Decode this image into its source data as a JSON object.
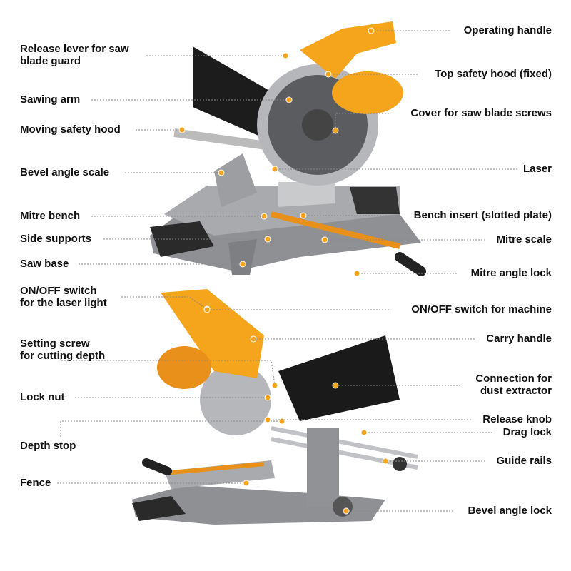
{
  "colors": {
    "accent": "#f4a51c",
    "metal": "#9a9ca0",
    "dark": "#222222",
    "bag": "#1a1a1a",
    "leader": "#888888"
  },
  "left_labels": [
    {
      "lines": [
        "Release lever for saw",
        "blade guard"
      ]
    },
    {
      "lines": [
        "Sawing arm"
      ]
    },
    {
      "lines": [
        "Moving safety hood"
      ]
    },
    {
      "lines": [
        "Bevel angle scale"
      ]
    },
    {
      "lines": [
        "Mitre bench"
      ]
    },
    {
      "lines": [
        "Side supports"
      ]
    },
    {
      "lines": [
        "Saw base"
      ]
    },
    {
      "lines": [
        "ON/OFF switch",
        "for the laser light"
      ]
    },
    {
      "lines": [
        "Setting screw",
        "for cutting depth"
      ]
    },
    {
      "lines": [
        "Lock nut"
      ]
    },
    {
      "lines": [
        "Depth stop"
      ]
    },
    {
      "lines": [
        "Fence"
      ]
    }
  ],
  "right_labels": [
    {
      "lines": [
        "Operating handle"
      ]
    },
    {
      "lines": [
        "Top safety hood (fixed)"
      ]
    },
    {
      "lines": [
        "Cover for saw blade screws"
      ]
    },
    {
      "lines": [
        "Laser"
      ]
    },
    {
      "lines": [
        "Bench insert (slotted plate)"
      ]
    },
    {
      "lines": [
        "Mitre scale"
      ]
    },
    {
      "lines": [
        "Mitre angle lock"
      ]
    },
    {
      "lines": [
        "ON/OFF switch for machine"
      ]
    },
    {
      "lines": [
        "Carry handle"
      ]
    },
    {
      "lines": [
        "Connection for",
        "dust extractor"
      ]
    },
    {
      "lines": [
        "Release knob"
      ]
    },
    {
      "lines": [
        "Drag lock"
      ]
    },
    {
      "lines": [
        "Guide rails"
      ]
    },
    {
      "lines": [
        "Bevel angle lock"
      ]
    }
  ]
}
